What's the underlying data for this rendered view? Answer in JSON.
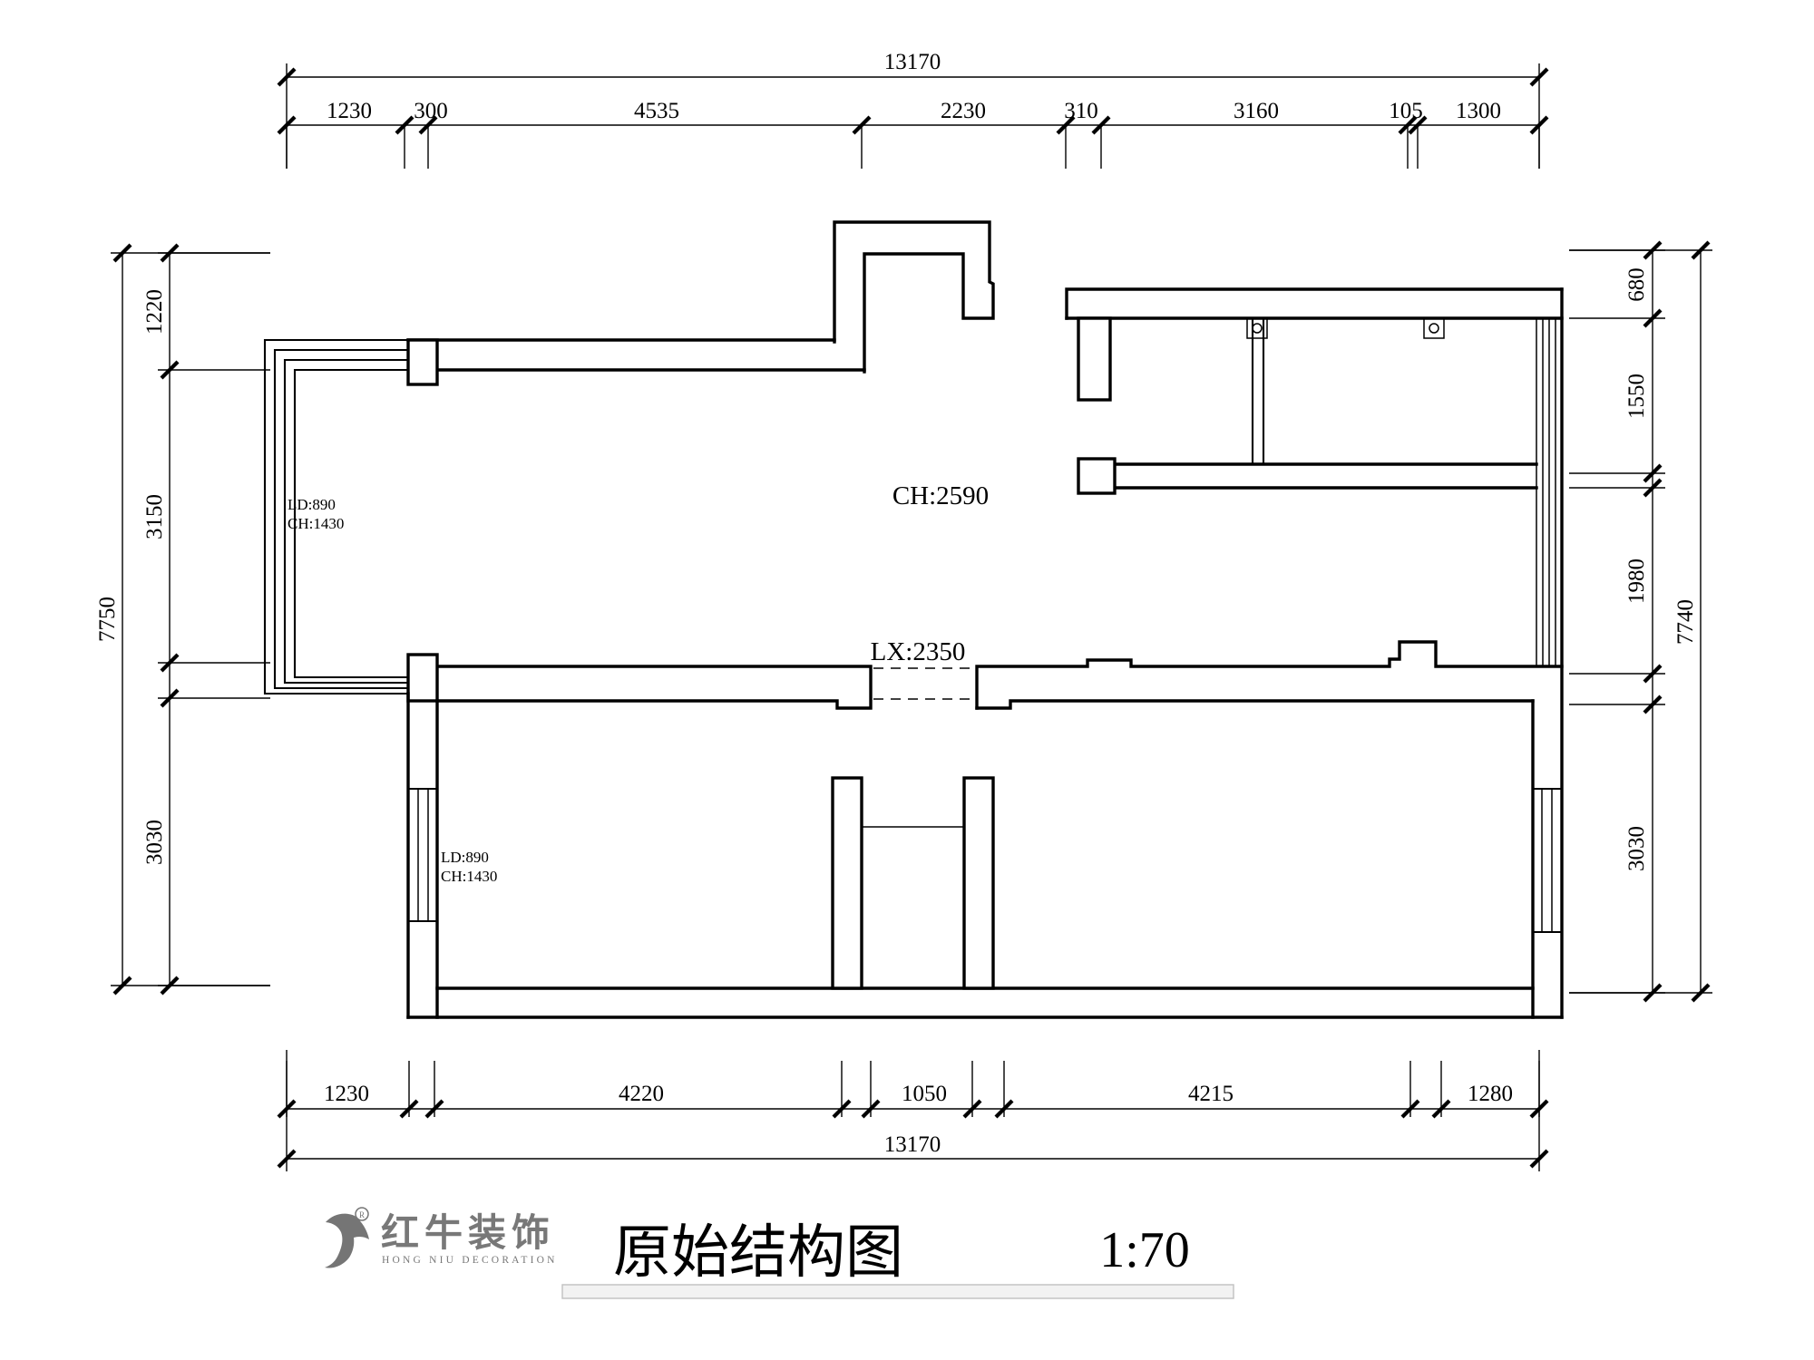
{
  "drawing": {
    "type": "floor-plan",
    "annotations": {
      "ceiling_height": "CH:2590",
      "door_opening": "LX:2350",
      "window1_line1": "LD:890",
      "window1_line2": "CH:1430",
      "window2_line1": "LD:890",
      "window2_line2": "CH:1430"
    },
    "dims": {
      "top_total": "13170",
      "bottom_total": "13170",
      "left_total": "7750",
      "right_total": "7740",
      "top_segments": [
        "1230",
        "300",
        "4535",
        "2230",
        "310",
        "3160",
        "105",
        "1300"
      ],
      "bottom_segments": [
        "1230",
        "4220",
        "1050",
        "4215",
        "1280"
      ],
      "left_segments": [
        "1220",
        "3150",
        "3030"
      ],
      "right_segments": [
        "680",
        "1550",
        "1980",
        "3030"
      ]
    }
  },
  "title_block": {
    "title": "原始结构图",
    "scale": "1:70",
    "brand_cn": "红牛装饰",
    "brand_en": "HONG NIU DECORATION",
    "registered": "R"
  }
}
